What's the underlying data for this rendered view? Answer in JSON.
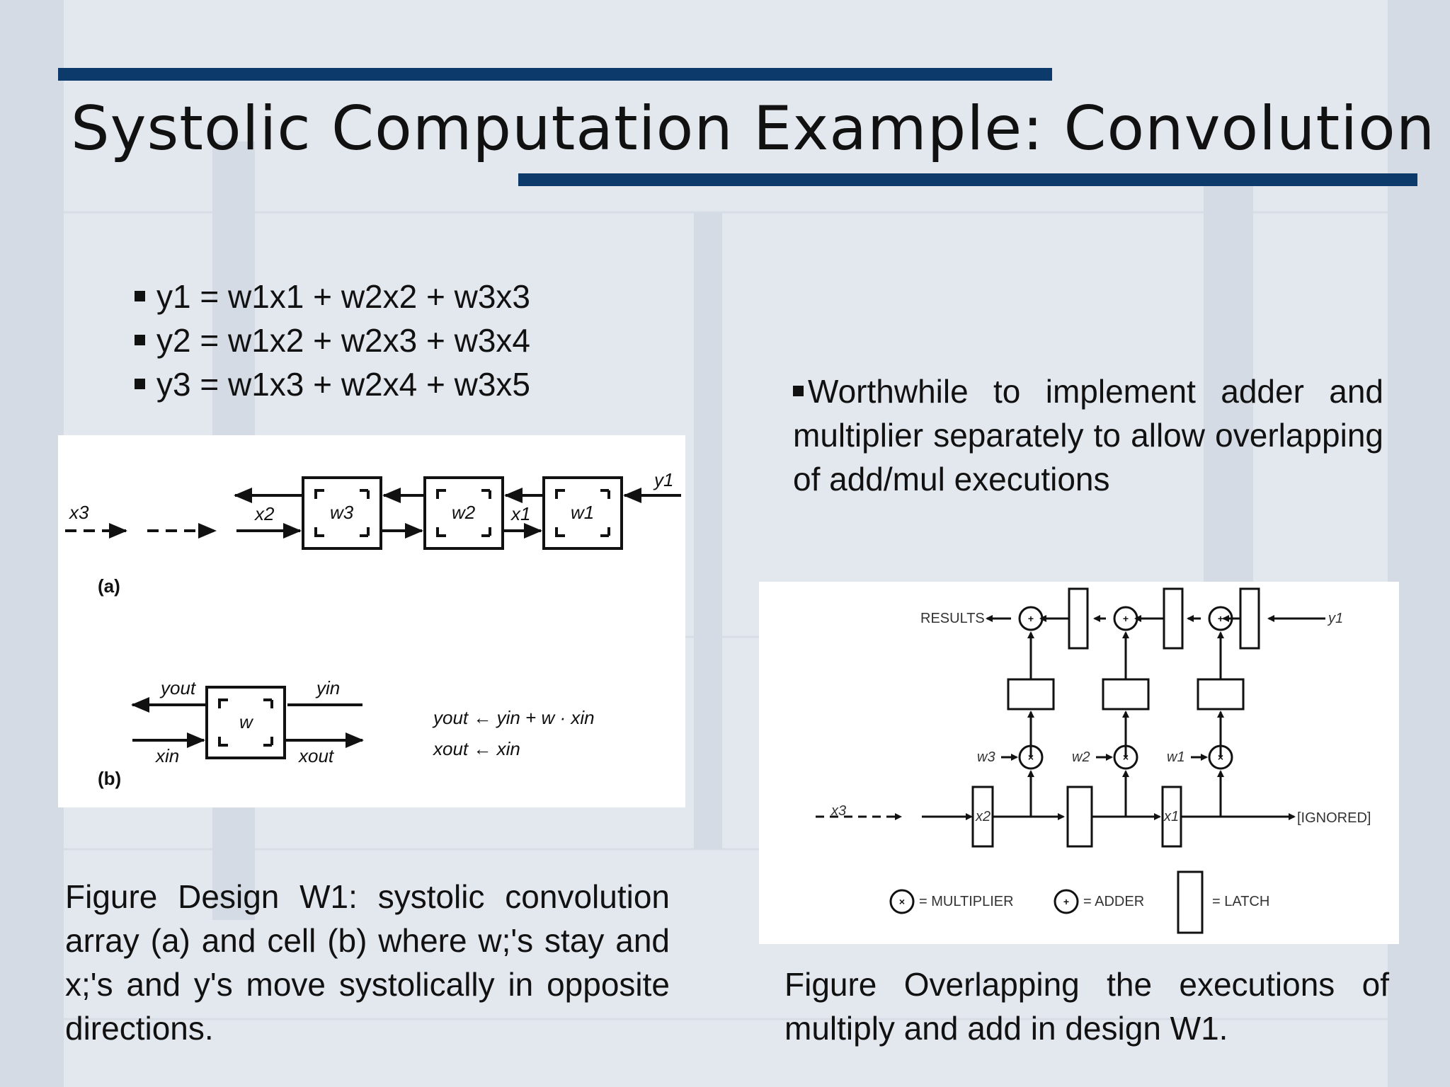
{
  "slide": {
    "title": "Systolic Computation Example: Convolution",
    "equations": [
      "y1 = w1x1 + w2x2 + w3x3",
      "y2 = w1x2 + w2x3 + w3x4",
      "y3 = w1x3 + w2x4 + w3x5"
    ],
    "note": "Worthwhile to implement adder and multiplier separately to allow overlapping of add/mul executions",
    "caption_left": "Figure Design W1: systolic convolution array (a) and cell (b) where w;'s stay and x;'s and y's move systolically in opposite directions.",
    "caption_right": "Figure Overlapping the executions of multiply and add in design W1."
  },
  "figure_a": {
    "label_a": "(a)",
    "label_b": "(b)",
    "x3": "x3",
    "x2": "x2",
    "x1": "x1",
    "y1": "y1",
    "cells": [
      "w3",
      "w2",
      "w1"
    ],
    "cell": "w",
    "yout": "yout",
    "yin": "yin",
    "xin": "xin",
    "xout": "xout",
    "eq1": "yout ← yin + w · xin",
    "eq2": "xout ← xin"
  },
  "figure_b": {
    "results": "RESULTS",
    "y1": "y1",
    "w3": "w3",
    "w2": "w2",
    "w1": "w1",
    "x3": "x3",
    "x2": "x2",
    "x1": "x1",
    "ignored": "[IGNORED]",
    "legend_multiplier": "= MULTIPLIER",
    "legend_adder": "= ADDER",
    "legend_latch": "= LATCH"
  },
  "colors": {
    "accent_rule": "#0b3a6b",
    "text": "#111111"
  }
}
